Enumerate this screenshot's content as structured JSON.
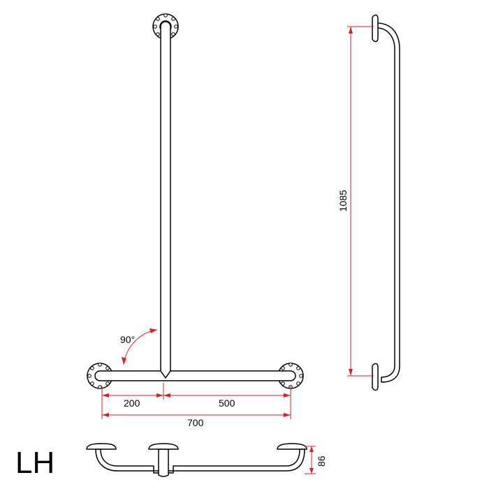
{
  "dimensions": {
    "angle": "90°",
    "left_segment": "200",
    "right_segment": "500",
    "total_width": "700",
    "height": "1085",
    "depth": "86"
  },
  "variant_label": "LH",
  "colors": {
    "outline": "#000000",
    "dimension": "#d81f26",
    "background": "#ffffff"
  }
}
